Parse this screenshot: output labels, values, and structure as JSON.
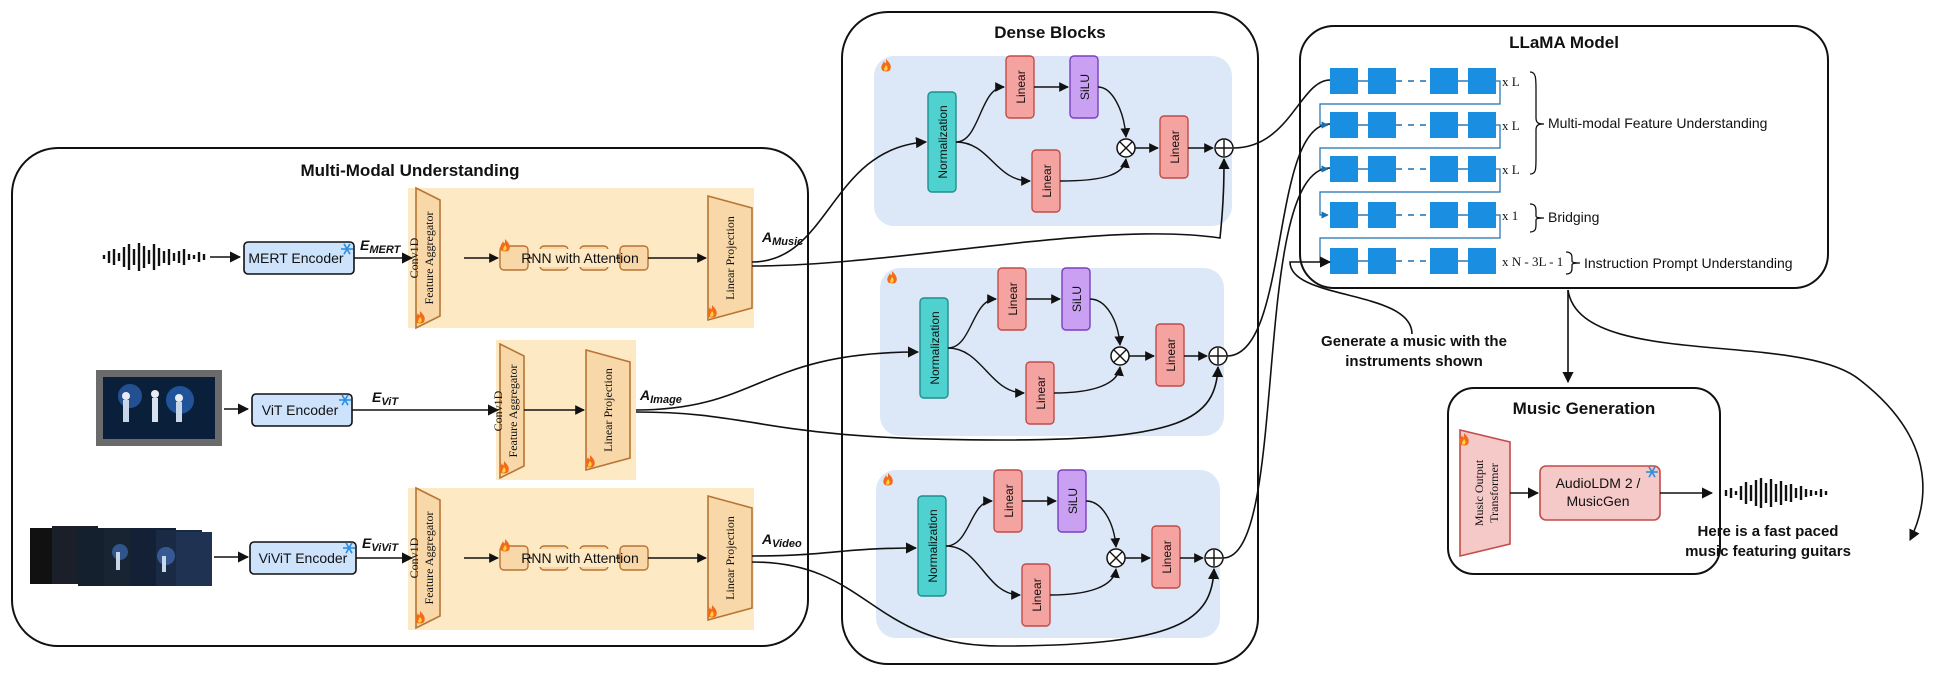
{
  "titles": {
    "multimodal": "Multi-Modal Understanding",
    "dense": "Dense Blocks",
    "llama": "LLaMA Model",
    "musicgen": "Music Generation"
  },
  "encoders": {
    "mert": "MERT Encoder",
    "vit": "ViT Encoder",
    "vivit": "ViViT Encoder"
  },
  "embeddings": {
    "e_music": "E",
    "e_music_sub": "MERT",
    "e_image": "E",
    "e_image_sub": "ViT",
    "e_video": "E",
    "e_video_sub": "ViViT"
  },
  "adapters": {
    "conv": "Conv1D",
    "feature": "Feature Aggregator",
    "rnn": "RNN with Attention",
    "linear_proj": "Linear Projection"
  },
  "outputs": {
    "a_music": "A",
    "a_music_sub": "Music",
    "a_image": "A",
    "a_image_sub": "Image",
    "a_video": "A",
    "a_video_sub": "Video"
  },
  "dense_block": {
    "normalization": "Normalization",
    "linear": "Linear",
    "silu": "SiLU"
  },
  "llama": {
    "rows": [
      "x L",
      "x L",
      "x L",
      "x 1",
      "x N - 3L - 1"
    ],
    "braces": {
      "multimodal": "Multi-modal Feature Understanding",
      "bridging": "Bridging",
      "instruction": "Instruction Prompt Understanding"
    }
  },
  "prompt": {
    "line1": "Generate a music with the",
    "line2": "instruments shown"
  },
  "music_gen": {
    "transformer_line1": "Music Output",
    "transformer_line2": "Transformer",
    "decoder_line1": "AudioLDM 2 /",
    "decoder_line2": "MusicGen"
  },
  "result": {
    "line1": "Here is a fast paced",
    "line2": "music featuring guitars"
  },
  "colors": {
    "adapter_bg": "#fde9c4",
    "adapter_trap": "#f8d7a8",
    "dense_bg": "#dce7f7",
    "norm": "#4fd1cf",
    "linear": "#f4a3a0",
    "silu": "#c9a0f2",
    "encoder": "#cde2fb",
    "llama_block": "#1a8ee0",
    "musicgen_box": "#f6c9c9"
  },
  "icons": [
    "fire-icon",
    "snowflake-icon",
    "waveform-icon",
    "concert-image",
    "video-frames-image"
  ]
}
